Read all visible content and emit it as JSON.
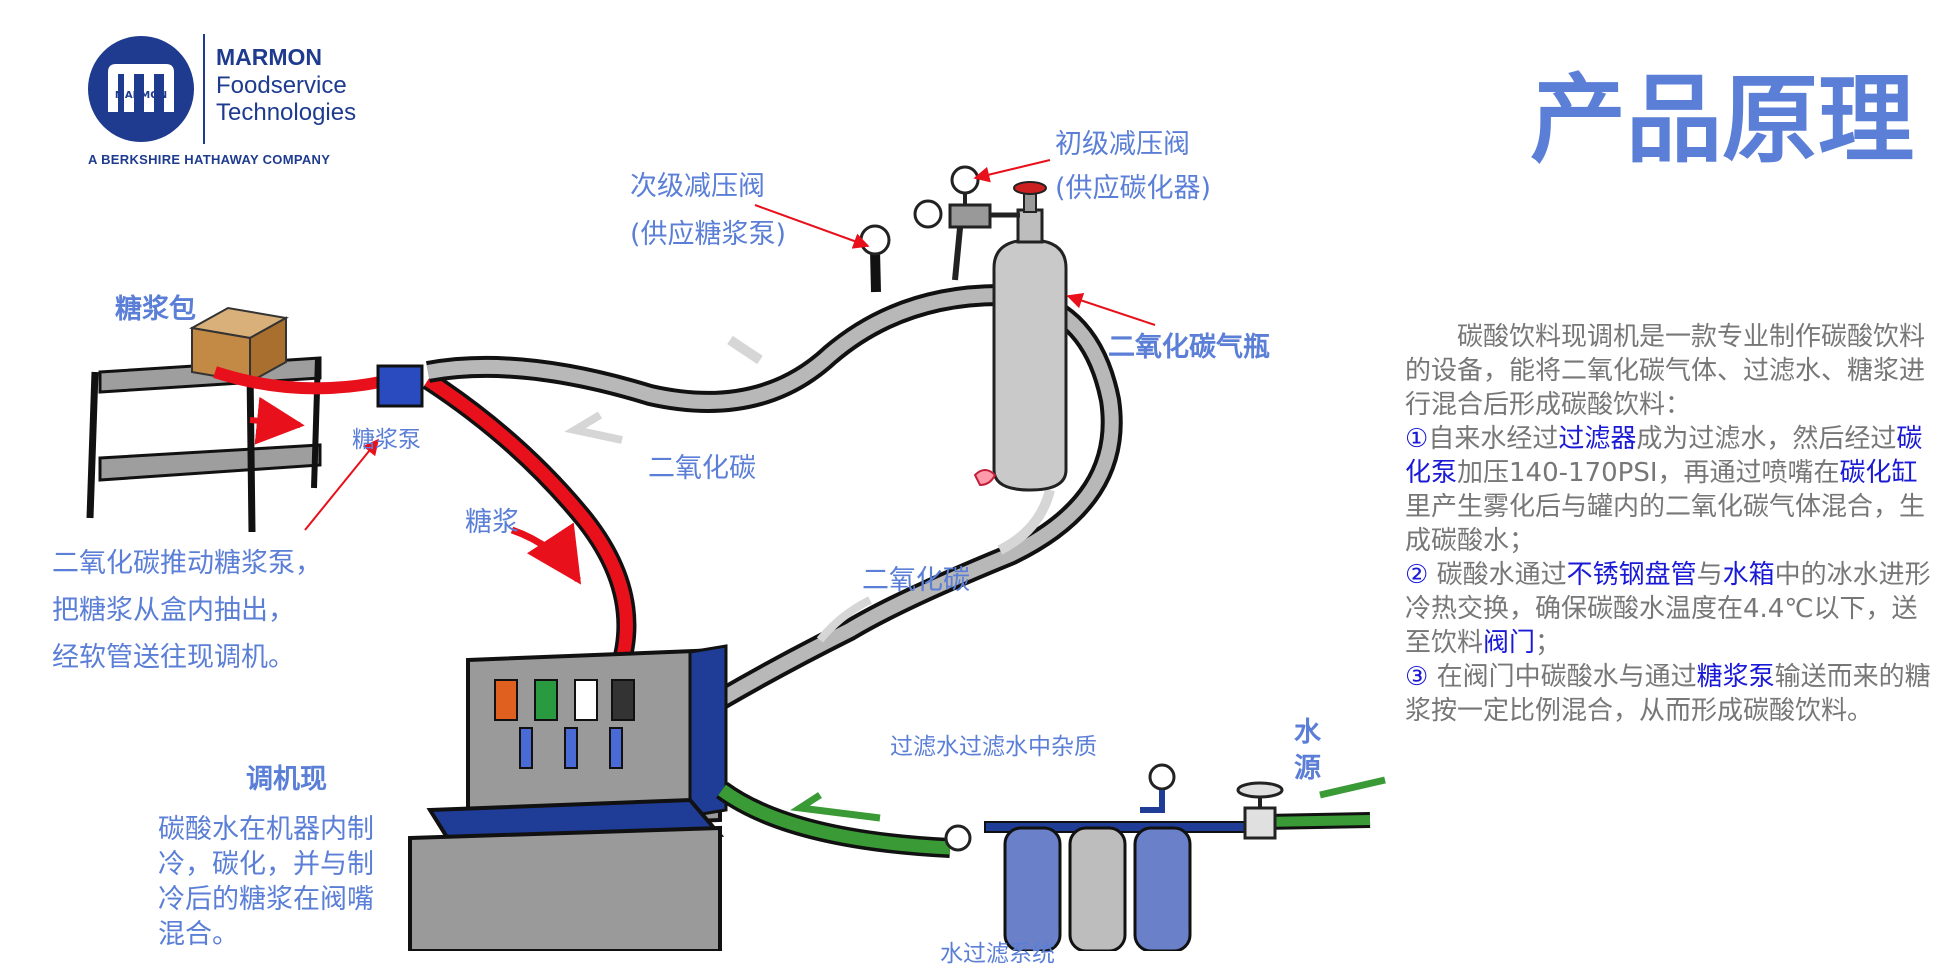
{
  "logo": {
    "brand": "MARMON",
    "line1": "MARMON",
    "line2": "Foodservice",
    "line3": "Technologies",
    "tagline": "A BERKSHIRE HATHAWAY COMPANY",
    "color": "#1e3b8f"
  },
  "title": "产品原理",
  "labels": {
    "secondary_valve": "次级减压阀",
    "secondary_valve_sub": "(供应糖浆泵)",
    "primary_valve": "初级减压阀",
    "primary_valve_sub": "(供应碳化器)",
    "co2_cylinder": "二氧化碳气瓶",
    "syrup_box": "糖浆包",
    "syrup_pump": "糖浆泵",
    "co2_flow_1": "二氧化碳",
    "co2_flow_2": "二氧化碳",
    "syrup": "糖浆",
    "water_source": "水源",
    "filter_desc": "过滤水过滤水中杂质",
    "filter_system": "水过滤系统",
    "dispenser_title": "调机现"
  },
  "notes": {
    "pump_note": [
      "二氧化碳推动糖浆泵，",
      "把糖浆从盒内抽出，",
      "经软管送往现调机。"
    ],
    "dispenser_note": [
      "碳酸水在机器内制",
      "冷，碳化，并与制",
      "冷后的糖浆在阀嘴",
      "混合。"
    ]
  },
  "description": {
    "intro": "碳酸饮料现调机是一款专业制作碳酸饮料的设备，能将二氧化碳气体、过滤水、糖浆进行混合后形成碳酸饮料：",
    "step1": {
      "num": "①",
      "t1": "自来水经过",
      "h1": "过滤器",
      "t2": "成为过滤水，然后经过",
      "h2": "碳化泵",
      "t3": "加压140-170PSI，再通过喷嘴在",
      "h3": "碳化缸",
      "t4": "里产生雾化后与罐内的二氧化碳气体混合，生成碳酸水；"
    },
    "step2": {
      "num": "②",
      "t1": " 碳酸水通过",
      "h1": "不锈钢盘管",
      "t2": "与",
      "h2": "水箱",
      "t3": "中的冰水进形冷热交换，确保碳酸水温度在4.4℃以下，送至饮料",
      "h3": "阀门",
      "t4": "；"
    },
    "step3": {
      "num": "③",
      "t1": " 在阀门中碳酸水与通过",
      "h1": "糖浆泵",
      "t2": "输送而来的糖浆按一定比例混合，从而形成碳酸饮料。"
    }
  },
  "colors": {
    "accent": "#5b7fd6",
    "highlight": "#1a1ad6",
    "body_text": "#777777",
    "syrup_line": "#e8101a",
    "water_line": "#3a9a35",
    "arrow_red": "#e8101a",
    "co2_hose": "#aaaaaa"
  }
}
